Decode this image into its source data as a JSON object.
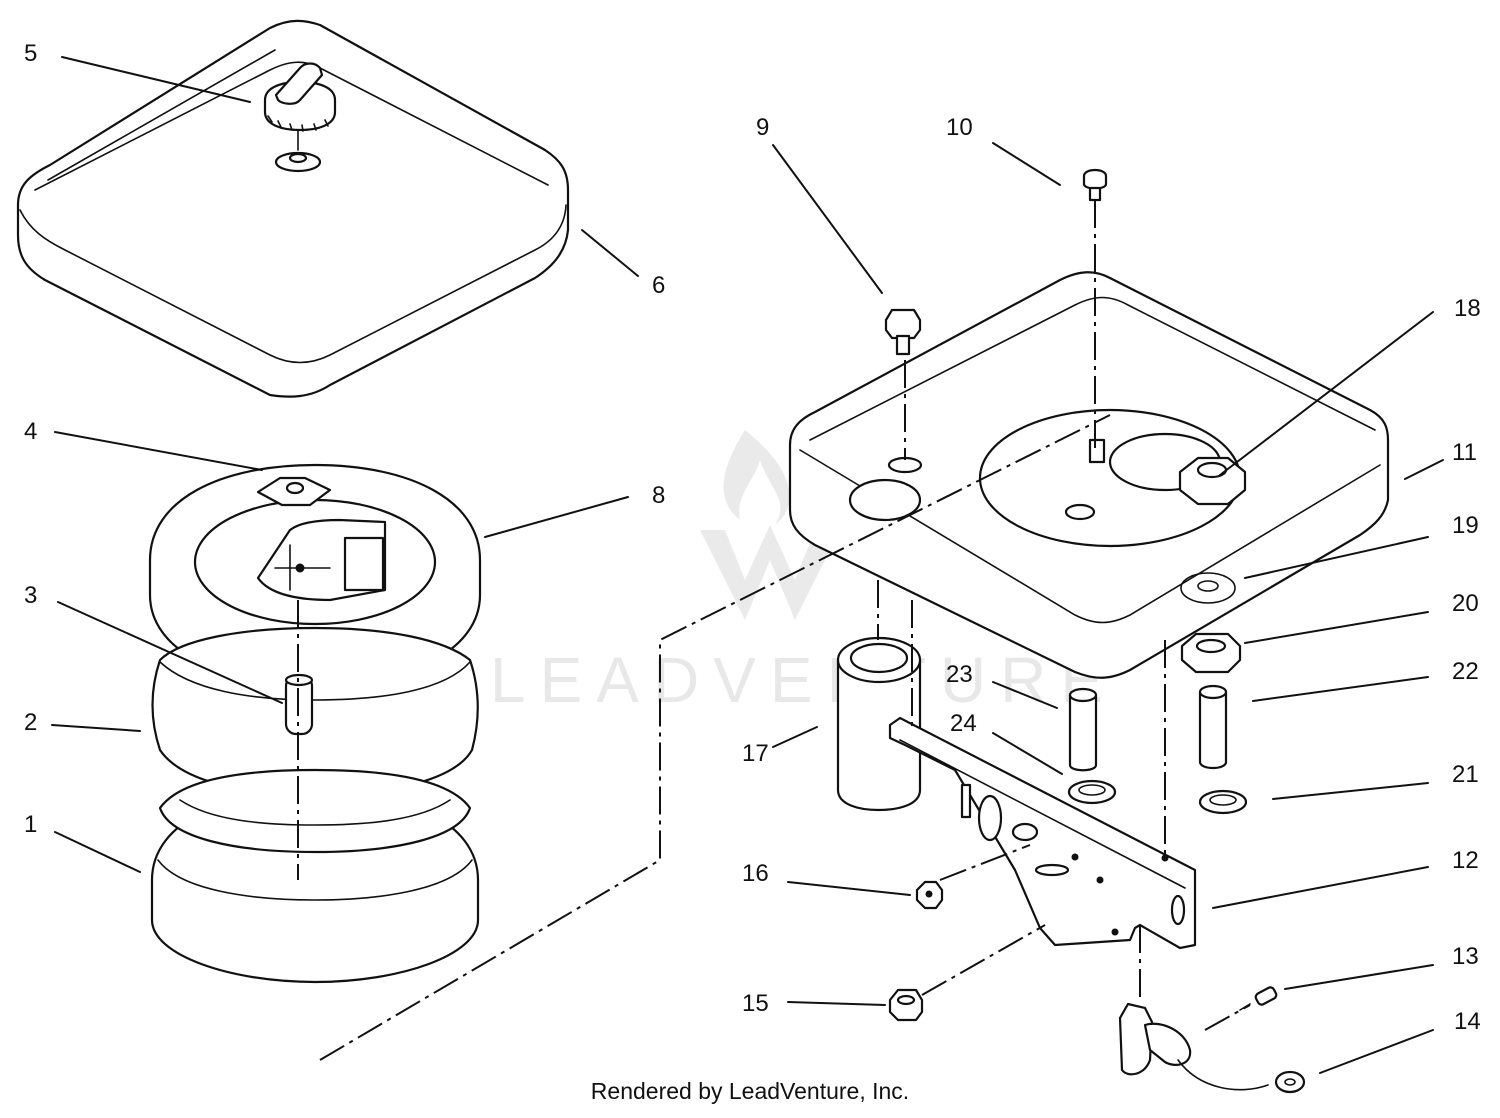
{
  "watermark": {
    "text": "LEADVENTURE"
  },
  "credit": "Rendered by LeadVenture, Inc.",
  "callouts": {
    "c1": "1",
    "c2": "2",
    "c3": "3",
    "c4": "4",
    "c5": "5",
    "c6": "6",
    "c8": "8",
    "c9": "9",
    "c10": "10",
    "c11": "11",
    "c12": "12",
    "c13": "13",
    "c14": "14",
    "c15": "15",
    "c16": "16",
    "c17": "17",
    "c18": "18",
    "c19": "19",
    "c20": "20",
    "c21": "21",
    "c22": "22",
    "c23": "23",
    "c24": "24"
  }
}
